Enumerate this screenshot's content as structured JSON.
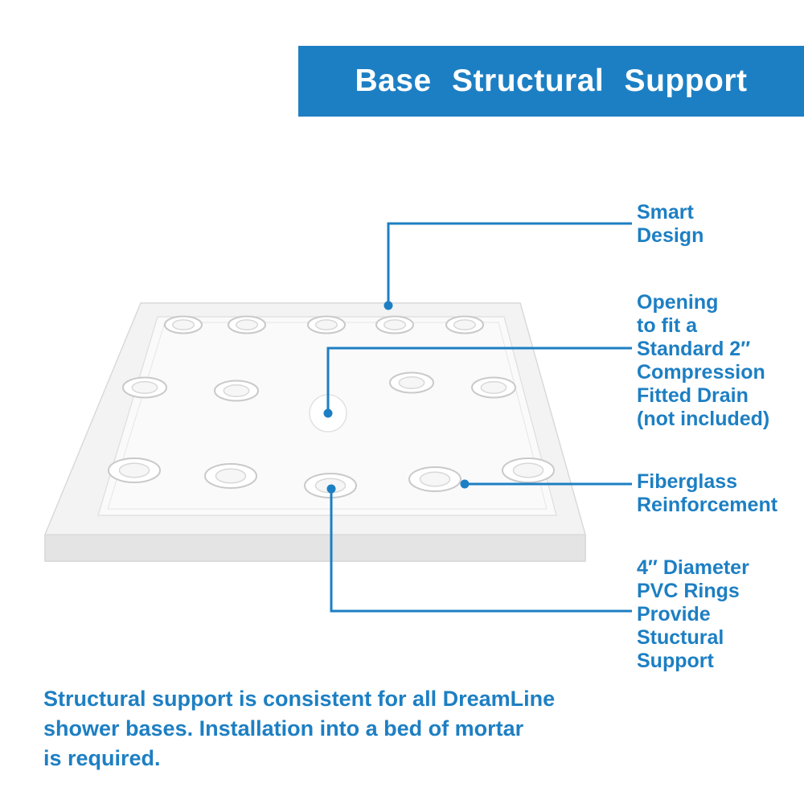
{
  "colors": {
    "accent": "#1d7fc3",
    "header_bg": "#1d7fc3",
    "header_text": "#ffffff"
  },
  "header": {
    "title": "Base Structural Support"
  },
  "callouts": {
    "smart_design": {
      "label": "Smart\nDesign"
    },
    "drain_opening": {
      "label": "Opening\nto fit a\nStandard 2″\nCompression\nFitted Drain\n(not included)"
    },
    "fiberglass": {
      "label": "Fiberglass\nReinforcement"
    },
    "pvc_rings": {
      "label": "4″ Diameter\nPVC Rings\nProvide\nStuctural\nSupport"
    }
  },
  "footer": {
    "text": "Structural support is consistent for all DreamLine\nshower bases. Installation into a bed of mortar\nis required."
  },
  "illustration": {
    "description": "Shower base pan shown in perspective with structural PVC rings and a center drain opening",
    "pvc_rings_visible": 14,
    "drain_openings_visible": 1
  }
}
